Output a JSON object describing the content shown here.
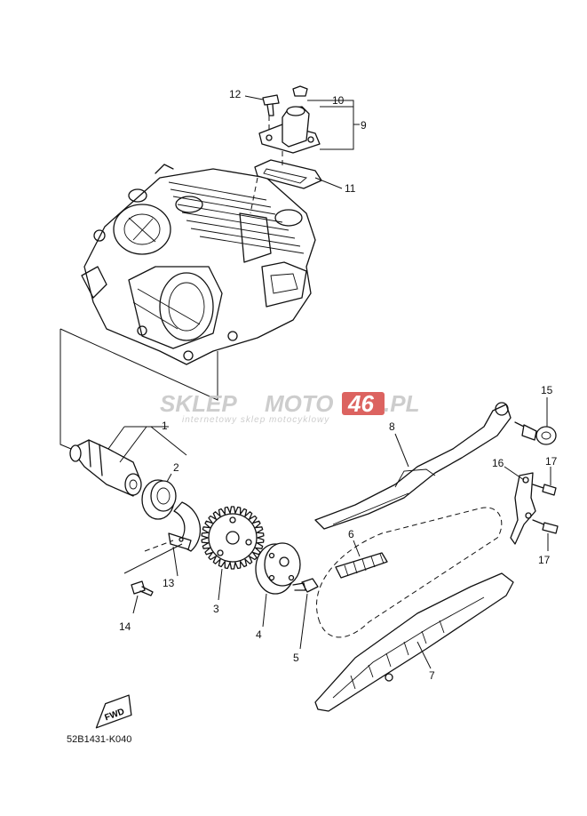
{
  "diagram": {
    "part_numbers": {
      "p1": "1",
      "p2": "2",
      "p3": "3",
      "p4": "4",
      "p5": "5",
      "p6": "6",
      "p7": "7",
      "p8": "8",
      "p9": "9",
      "p10": "10",
      "p11": "11",
      "p12": "12",
      "p13": "13",
      "p14": "14",
      "p15": "15",
      "p16": "16",
      "p17a": "17",
      "p17b": "17"
    },
    "fwd_label": "FWD",
    "drawing_code": "52B1431-K040"
  },
  "watermark": {
    "brand_part1": "SKLEP",
    "brand_part2": "MOTO",
    "brand_part3": "46",
    "brand_part4": ".PL",
    "tagline": "internetowy sklep motocyklowy",
    "colors": {
      "gray": "#c8c8c8",
      "red": "#d9534f"
    }
  }
}
